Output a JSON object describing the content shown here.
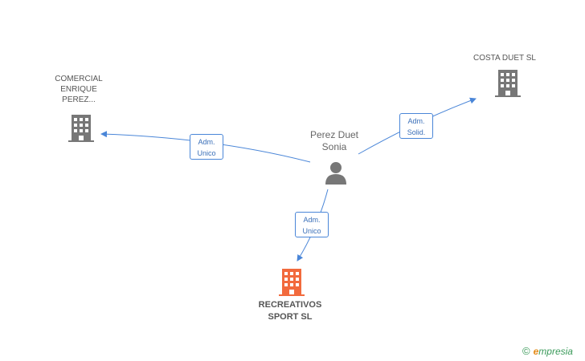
{
  "nodes": {
    "person": {
      "lines": [
        "Perez Duet",
        "Sonia"
      ],
      "icon": "person-icon"
    },
    "company_left": {
      "lines": [
        "COMERCIAL",
        "ENRIQUE",
        "PEREZ..."
      ],
      "icon": "building-icon",
      "color": "#777777"
    },
    "company_right": {
      "lines": [
        "COSTA DUET SL"
      ],
      "icon": "building-icon",
      "color": "#777777"
    },
    "company_focus": {
      "lines": [
        "RECREATIVOS",
        "SPORT SL"
      ],
      "icon": "building-icon",
      "color": "#f26a3d"
    }
  },
  "edges": [
    {
      "id": "to-left",
      "lines": [
        "Adm.",
        "Unico"
      ]
    },
    {
      "id": "to-right",
      "lines": [
        "Adm.",
        "Solid."
      ]
    },
    {
      "id": "to-focus",
      "lines": [
        "Adm.",
        "Unico"
      ]
    }
  ],
  "colors": {
    "edge": "#4a86d8",
    "building_gray": "#777777",
    "building_focus": "#f26a3d",
    "person": "#777777"
  },
  "brand": {
    "copyright": "©",
    "e": "e",
    "rest": "mpresia"
  }
}
